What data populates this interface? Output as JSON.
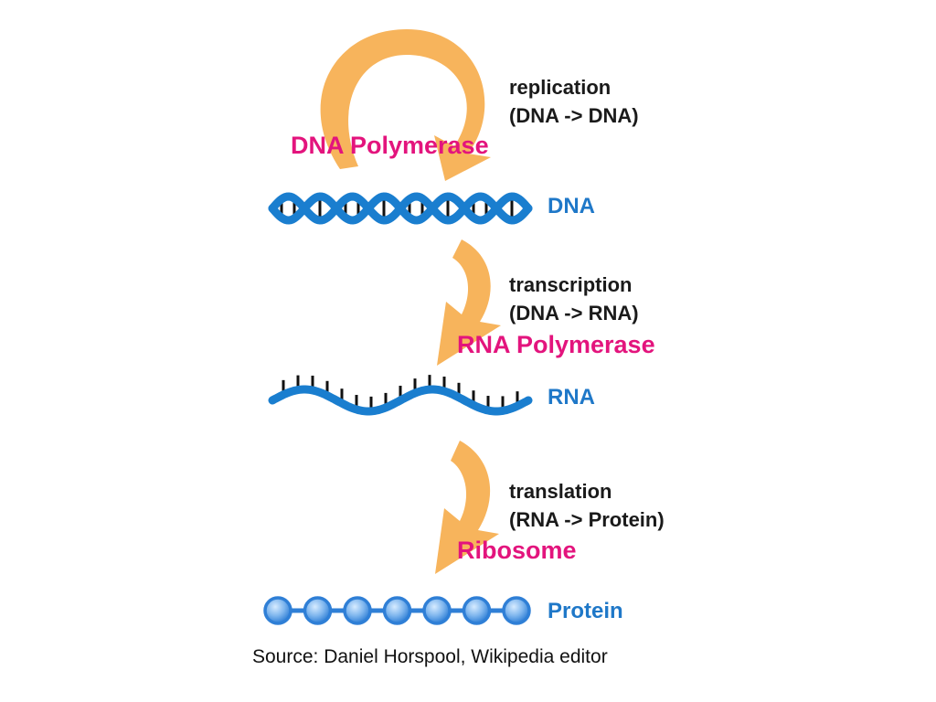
{
  "colors": {
    "arrow": "#F7B45C",
    "enzyme": "#E3147D",
    "molecule": "#1F78C8",
    "strand": "#1A7ECF",
    "bead": "#2F7FD6",
    "base": "#111111",
    "text": "#1a1a1a"
  },
  "steps": [
    {
      "process": "replication",
      "conversion": "(DNA -> DNA)",
      "enzyme": "DNA Polymerase"
    },
    {
      "process": "transcription",
      "conversion": "(DNA -> RNA)",
      "enzyme": "RNA Polymerase"
    },
    {
      "process": "translation",
      "conversion": "(RNA -> Protein)",
      "enzyme": "Ribosome"
    }
  ],
  "molecules": {
    "dna": "DNA",
    "rna": "RNA",
    "protein": "Protein",
    "protein_bead_count": 7
  },
  "source": "Source: Daniel Horspool, Wikipedia editor"
}
